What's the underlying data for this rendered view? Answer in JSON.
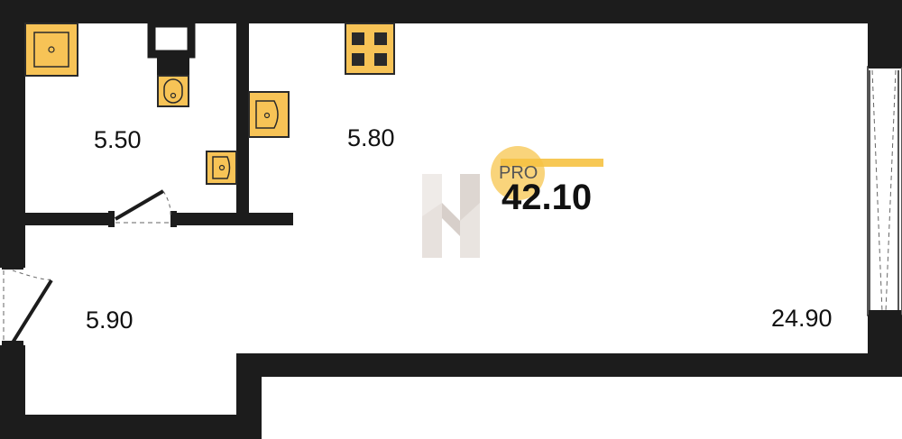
{
  "rooms": {
    "bathroom": {
      "area": "5.50"
    },
    "kitchen": {
      "area": "5.80"
    },
    "hallway": {
      "area": "5.90"
    },
    "living_room": {
      "area": "24.90"
    }
  },
  "total": {
    "area": "42.10",
    "badge": "PRO"
  },
  "colors": {
    "wall": "#1c1c1c",
    "fixture_fill": "#f7c356",
    "fixture_stroke": "#2a2a2a",
    "accent": "#f6c243",
    "watermark": "#e7e1dd"
  }
}
